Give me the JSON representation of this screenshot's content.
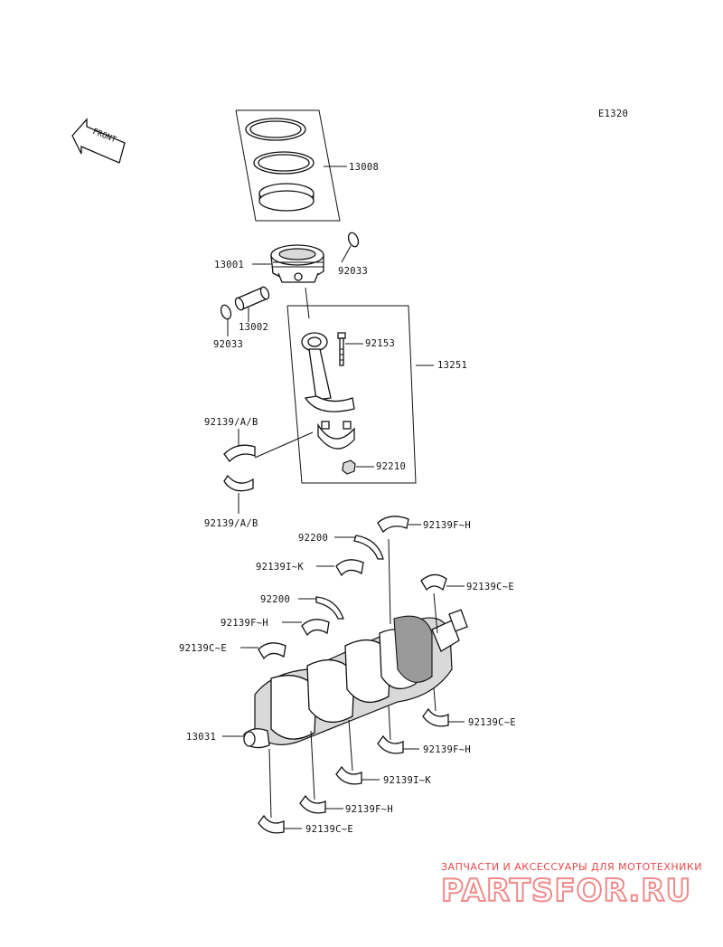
{
  "diagram_code": "E1320",
  "front_label": "FRONT",
  "labels": {
    "ring_set": "13008",
    "piston": "13001",
    "clip_right": "92033",
    "pin": "13002",
    "clip_left": "92033",
    "bolt": "92153",
    "conrod": "13251",
    "bearing_top": "92139/A/B",
    "nut": "92210",
    "bearing_bottom": "92139/A/B",
    "thrust_upper": "92200",
    "main_fh_top": "92139F~H",
    "main_ik_top": "92139I~K",
    "main_ce_right": "92139C~E",
    "thrust_lower": "92200",
    "main_fh_left": "92139F~H",
    "main_ce_left": "92139C~E",
    "crankshaft": "13031",
    "main_ce_lower_right": "92139C~E",
    "main_fh_lower": "92139F~H",
    "main_ik_lower": "92139I~K",
    "main_fh_bottom": "92139F~H",
    "main_ce_bottom": "92139C~E"
  },
  "watermark": {
    "line1": "ЗАПЧАСТИ И АКСЕССУАРЫ ДЛЯ МОТОТЕХНИКИ",
    "line2": "PARTSFOR.RU"
  }
}
